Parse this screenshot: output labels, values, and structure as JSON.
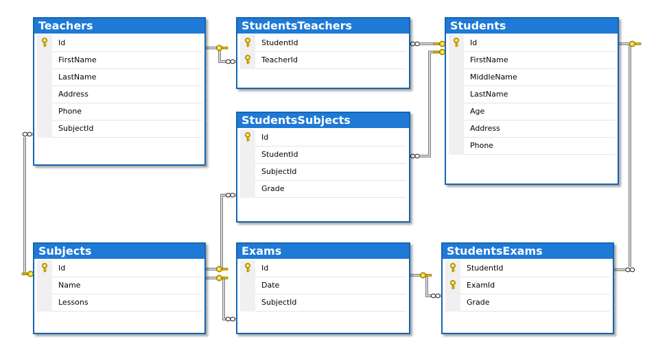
{
  "tables": [
    {
      "id": "teachers",
      "name": "Teachers",
      "columns": [
        {
          "name": "Id",
          "key": true
        },
        {
          "name": "FirstName",
          "key": false
        },
        {
          "name": "LastName",
          "key": false
        },
        {
          "name": "Address",
          "key": false
        },
        {
          "name": "Phone",
          "key": false
        },
        {
          "name": "SubjectId",
          "key": false
        }
      ]
    },
    {
      "id": "studentsteachers",
      "name": "StudentsTeachers",
      "columns": [
        {
          "name": "StudentId",
          "key": true
        },
        {
          "name": "TeacherId",
          "key": true
        }
      ]
    },
    {
      "id": "students",
      "name": "Students",
      "columns": [
        {
          "name": "Id",
          "key": true
        },
        {
          "name": "FirstName",
          "key": false
        },
        {
          "name": "MiddleName",
          "key": false
        },
        {
          "name": "LastName",
          "key": false
        },
        {
          "name": "Age",
          "key": false
        },
        {
          "name": "Address",
          "key": false
        },
        {
          "name": "Phone",
          "key": false
        }
      ]
    },
    {
      "id": "studentssubjects",
      "name": "StudentsSubjects",
      "columns": [
        {
          "name": "Id",
          "key": true
        },
        {
          "name": "StudentId",
          "key": false
        },
        {
          "name": "SubjectId",
          "key": false
        },
        {
          "name": "Grade",
          "key": false
        }
      ]
    },
    {
      "id": "subjects",
      "name": "Subjects",
      "columns": [
        {
          "name": "Id",
          "key": true
        },
        {
          "name": "Name",
          "key": false
        },
        {
          "name": "Lessons",
          "key": false
        }
      ]
    },
    {
      "id": "exams",
      "name": "Exams",
      "columns": [
        {
          "name": "Id",
          "key": true
        },
        {
          "name": "Date",
          "key": false
        },
        {
          "name": "SubjectId",
          "key": false
        }
      ]
    },
    {
      "id": "studentsexams",
      "name": "StudentsExams",
      "columns": [
        {
          "name": "StudentId",
          "key": true
        },
        {
          "name": "ExamId",
          "key": true
        },
        {
          "name": "Grade",
          "key": false
        }
      ]
    }
  ],
  "relationships": [
    {
      "one": "Teachers",
      "many": "StudentsTeachers"
    },
    {
      "one": "Students",
      "many": "StudentsTeachers"
    },
    {
      "one": "Students",
      "many": "StudentsSubjects"
    },
    {
      "one": "Students",
      "many": "StudentsExams"
    },
    {
      "one": "Subjects",
      "many": "Teachers"
    },
    {
      "one": "Subjects",
      "many": "StudentsSubjects"
    },
    {
      "one": "Subjects",
      "many": "Exams"
    },
    {
      "one": "Exams",
      "many": "StudentsExams"
    }
  ],
  "colors": {
    "title_bar": "#1e7ad6",
    "border": "#1565b0",
    "key_icon": "#e8c800"
  },
  "icons": {
    "primary_key": "key-icon",
    "one_end": "key-icon",
    "many_end": "infinity-icon"
  }
}
